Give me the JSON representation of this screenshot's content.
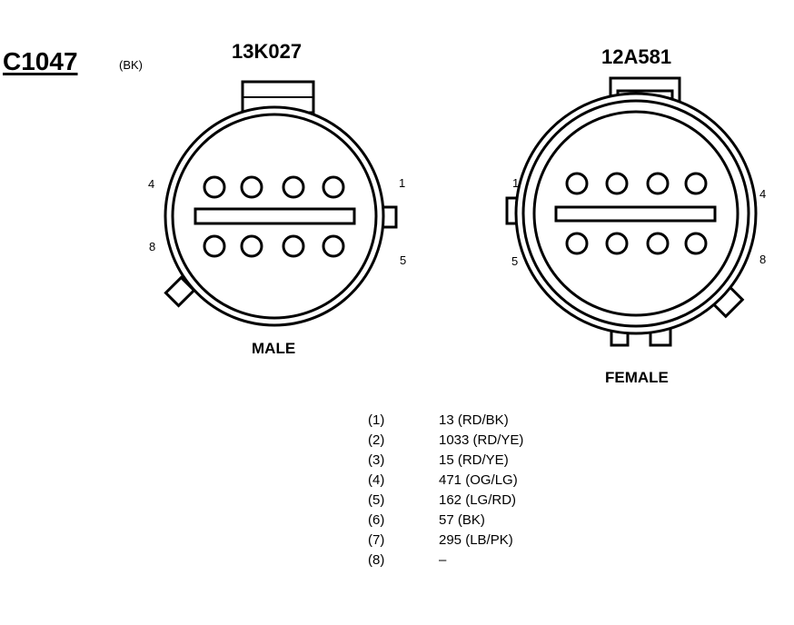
{
  "connector": {
    "id": "C1047",
    "color": "(BK)"
  },
  "male": {
    "part_number": "13K027",
    "label": "MALE",
    "pin_labels": {
      "top_left": "4",
      "bottom_left": "8",
      "top_right": "1",
      "bottom_right": "5"
    }
  },
  "female": {
    "part_number": "12A581",
    "label": "FEMALE",
    "pin_labels": {
      "top_left": "1",
      "bottom_left": "5",
      "top_right": "4",
      "bottom_right": "8"
    }
  },
  "circuits": [
    {
      "pin": "(1)",
      "circuit": "13 (RD/BK)"
    },
    {
      "pin": "(2)",
      "circuit": "1033 (RD/YE)"
    },
    {
      "pin": "(3)",
      "circuit": "15 (RD/YE)"
    },
    {
      "pin": "(4)",
      "circuit": "471 (OG/LG)"
    },
    {
      "pin": "(5)",
      "circuit": "162 (LG/RD)"
    },
    {
      "pin": "(6)",
      "circuit": "57 (BK)"
    },
    {
      "pin": "(7)",
      "circuit": "295 (LB/PK)"
    },
    {
      "pin": "(8)",
      "circuit": "–"
    }
  ]
}
